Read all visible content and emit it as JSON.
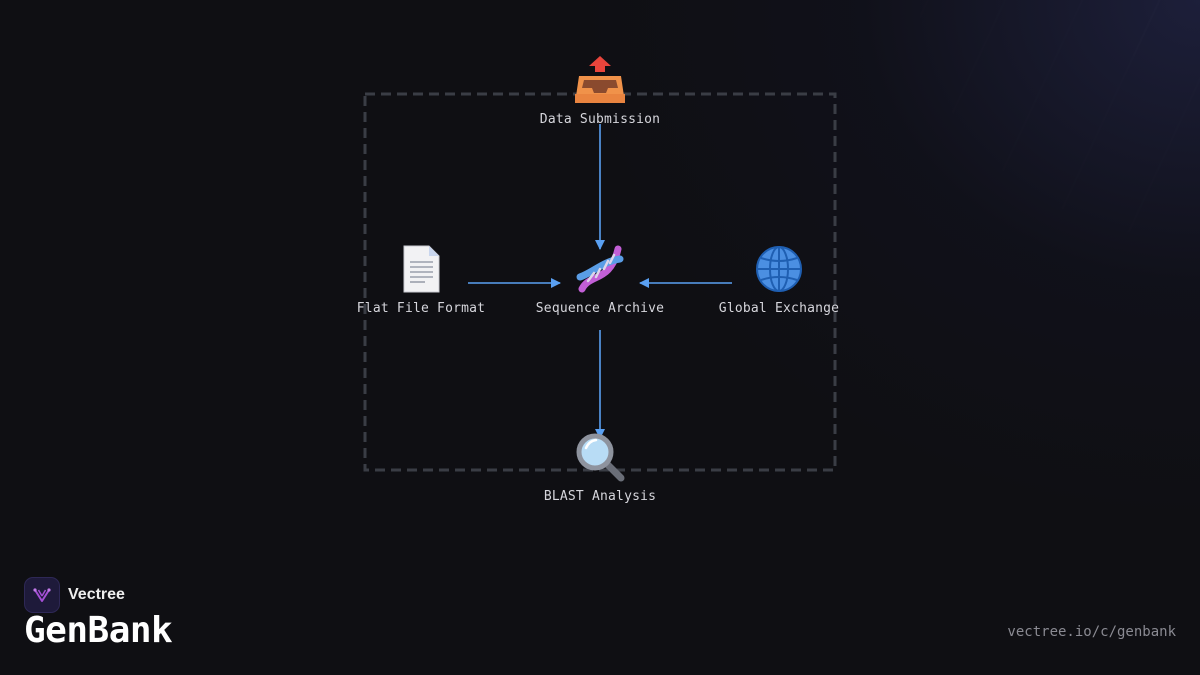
{
  "nodes": {
    "submission": {
      "label": "Data Submission",
      "icon": "inbox-tray-icon"
    },
    "archive": {
      "label": "Sequence Archive",
      "icon": "dna-icon"
    },
    "flatfile": {
      "label": "Flat File Format",
      "icon": "document-icon"
    },
    "exchange": {
      "label": "Global Exchange",
      "icon": "globe-icon"
    },
    "blast": {
      "label": "BLAST Analysis",
      "icon": "magnifying-glass-icon"
    }
  },
  "edges": [
    {
      "from": "submission",
      "to": "archive"
    },
    {
      "from": "flatfile",
      "to": "archive"
    },
    {
      "from": "exchange",
      "to": "archive"
    },
    {
      "from": "archive",
      "to": "blast"
    }
  ],
  "brand": {
    "name": "Vectree",
    "logo_icon": "vectree-logo-icon"
  },
  "title": "GenBank",
  "url": "vectree.io/c/genbank",
  "colors": {
    "edge": "#5aa0f2",
    "frame": "#3a3d45",
    "background": "#0f0f13"
  }
}
